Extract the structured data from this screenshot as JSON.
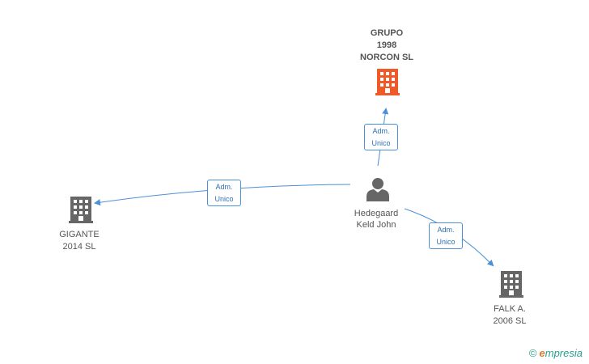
{
  "colors": {
    "edge": "#4a90d9",
    "company": "#666666",
    "main_company": "#f05a28",
    "person": "#666666"
  },
  "nodes": {
    "main": {
      "lines": [
        "GRUPO",
        "1998",
        "NORCON SL"
      ],
      "icon": "building-icon"
    },
    "person": {
      "lines": [
        "Hedegaard",
        "Keld John"
      ],
      "icon": "person-icon"
    },
    "gigante": {
      "lines": [
        "GIGANTE",
        "2014  SL"
      ],
      "icon": "building-icon"
    },
    "falk": {
      "lines": [
        "FALK A.",
        "2006  SL"
      ],
      "icon": "building-icon"
    }
  },
  "relations": {
    "to_main": [
      "Adm.",
      "Unico"
    ],
    "to_gigante": [
      "Adm.",
      "Unico"
    ],
    "to_falk": [
      "Adm.",
      "Unico"
    ]
  },
  "watermark": {
    "copyright": "©",
    "brand_initial": "e",
    "brand_rest": "mpresia"
  }
}
